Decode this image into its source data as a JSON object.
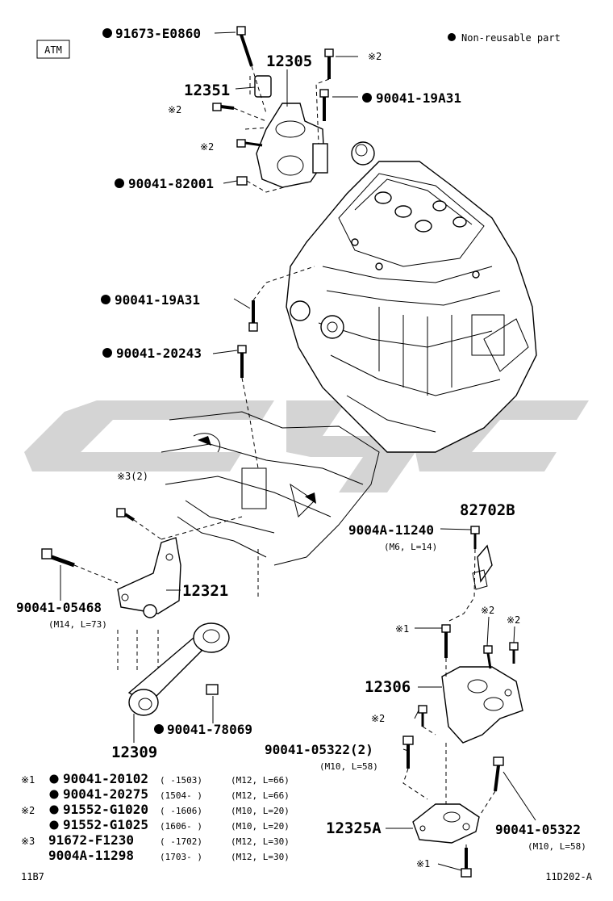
{
  "header": {
    "atm_label": "ATM",
    "legend_text": "Non-reusable part"
  },
  "callouts": {
    "c91673": "91673-E0860",
    "c12305": "12305",
    "c12351": "12351",
    "c90041_19a31_top": "90041-19A31",
    "c90041_82001": "90041-82001",
    "c90041_19a31_mid": "90041-19A31",
    "c90041_20243": "90041-20243",
    "c_note3": "※3(2)",
    "c90041_05468": "90041-05468",
    "c90041_05468_spec": "(M14, L=73)",
    "c12321": "12321",
    "c90041_78069": "90041-78069",
    "c12309": "12309",
    "c82702b": "82702B",
    "c9004a_11240": "9004A-11240",
    "c9004a_11240_spec": "(M6, L=14)",
    "c12306": "12306",
    "c90041_05322_2": "90041-05322(2)",
    "c90041_05322_2_spec": "(M10, L=58)",
    "c12325a": "12325A",
    "c90041_05322": "90041-05322",
    "c90041_05322_spec": "(M10, L=58)",
    "note2_a": "※2",
    "note2_b": "※2",
    "note2_c": "※2",
    "note2_d": "※2",
    "note2_e": "※2",
    "note2_f": "※2",
    "note1_a": "※1",
    "note1_b": "※1"
  },
  "notes": [
    {
      "mark": "※1",
      "dot": true,
      "part": "90041-20102",
      "range": "(      -1503)",
      "spec": "(M12, L=66)"
    },
    {
      "mark": "",
      "dot": true,
      "part": "90041-20275",
      "range": "(1504-      )",
      "spec": "(M12, L=66)"
    },
    {
      "mark": "※2",
      "dot": true,
      "part": "91552-G1020",
      "range": "(      -1606)",
      "spec": "(M10, L=20)"
    },
    {
      "mark": "",
      "dot": true,
      "part": "91552-G1025",
      "range": "(1606-      )",
      "spec": "(M10, L=20)"
    },
    {
      "mark": "※3",
      "dot": false,
      "part": "91672-F1230",
      "range": "(      -1702)",
      "spec": "(M12, L=30)"
    },
    {
      "mark": "",
      "dot": false,
      "part": "9004A-11298",
      "range": "(1703-      )",
      "spec": "(M12, L=30)"
    }
  ],
  "footer": {
    "left_code": "11B7",
    "right_code": "11D202-A"
  }
}
